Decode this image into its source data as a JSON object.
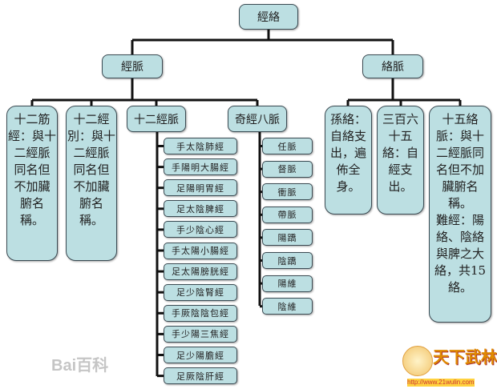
{
  "root": "經絡",
  "level1": {
    "jingmai": "經脈",
    "luomai": "絡脈"
  },
  "jingmai_children": {
    "jinjing": "十二筋\n經：與十\n二經脈\n同名但\n不加臟\n腑名\n稱。",
    "jingbie": "十二經\n別：與十\n二經脈\n同名但\n不加臟\n腑名\n稱。",
    "shier_jingmai": "十二經脈",
    "qijing_bamai": "奇經八脈"
  },
  "twelve_meridians": [
    "手太陰肺經",
    "手陽明大腸經",
    "足陽明胃經",
    "足太陰脾經",
    "手少陰心經",
    "手太陽小腸經",
    "足太陽膀胱經",
    "足少陰腎經",
    "手厥陰陰包經",
    "手少陽三焦經",
    "足少陽膽經",
    "足厥陰肝經"
  ],
  "eight_extra": [
    "任脈",
    "督脈",
    "衝脈",
    "帶脈",
    "陽蹻",
    "陰蹻",
    "陽維",
    "陰維"
  ],
  "luomai_children": {
    "sunluo": "孫絡：\n自絡支\n出，遍\n佈全\n身。",
    "sanbai": "三百六\n十五\n絡：自\n經支\n出。",
    "shiwu": "十五絡\n脈：與十\n二經脈同\n名但不加\n臟腑名\n稱。\n難經：陽\n絡、陰絡\n與脾之大\n絡，共15\n絡。"
  },
  "watermarks": {
    "baidu": "Bai百科",
    "logo": "天下武林",
    "logo_url": "http://www.21wulin.com"
  }
}
